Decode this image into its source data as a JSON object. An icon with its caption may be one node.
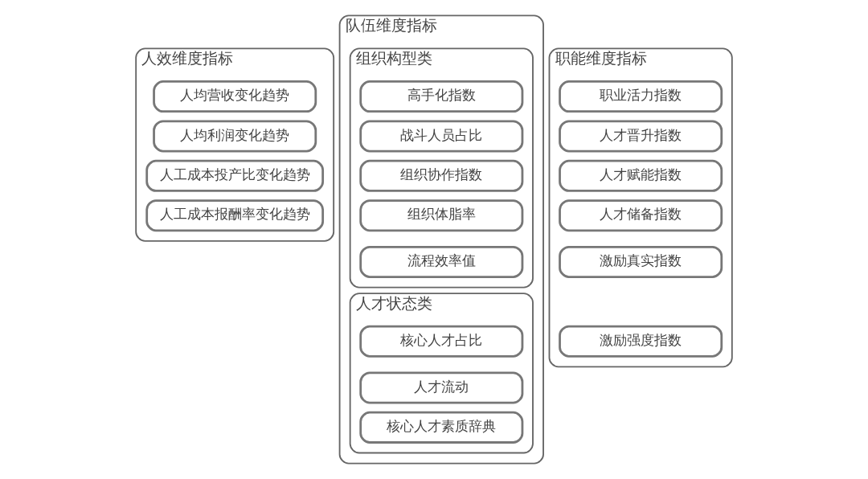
{
  "diagram": {
    "nodes": [
      {
        "text": [
          "人效维度指标"
        ]
      },
      {
        "text": [
          "人均营收变化趋势"
        ],
        "in": 0
      },
      {
        "text": [
          "人均利润变化趋势"
        ],
        "in": 0
      },
      {
        "text": [
          "人工成本投产比变化趋势"
        ],
        "in": 0
      },
      {
        "text": [
          "人工成本报酬率变化趋势"
        ],
        "in": 0
      },
      {
        "text": [
          "队伍维度指标"
        ]
      },
      {
        "text": [
          "组织构型类"
        ],
        "in": 5
      },
      {
        "text": [
          "高手化指数"
        ],
        "in": 6
      },
      {
        "text": [
          "战斗人员占比"
        ],
        "in": 6
      },
      {
        "text": [
          "组织协作指数"
        ],
        "in": 6
      },
      {
        "text": [
          "组织体脂率"
        ],
        "in": 6
      },
      {
        "text": [
          "流程效率值"
        ],
        "in": 6
      },
      {
        "text": [
          "人才状态类"
        ],
        "in": 5
      },
      {
        "text": [
          "核心人才占比"
        ],
        "in": 12
      },
      {
        "text": [
          "人才流动"
        ],
        "in": 12
      },
      {
        "text": [
          "核心人才素质辞典"
        ],
        "in": 12
      },
      {
        "text": [
          "职能维度指标"
        ]
      },
      {
        "text": [
          "职业活力指数"
        ],
        "in": 16
      },
      {
        "text": [
          "人才晋升指数"
        ],
        "in": 16
      },
      {
        "text": [
          "人才赋能指数"
        ],
        "in": 16
      },
      {
        "text": [
          "人才储备指数"
        ],
        "in": 16
      },
      {
        "text": [
          "激励真实指数"
        ],
        "in": 16
      },
      {
        "text": [
          "激励强度指数"
        ],
        "in": 16
      }
    ],
    "edges": []
  }
}
